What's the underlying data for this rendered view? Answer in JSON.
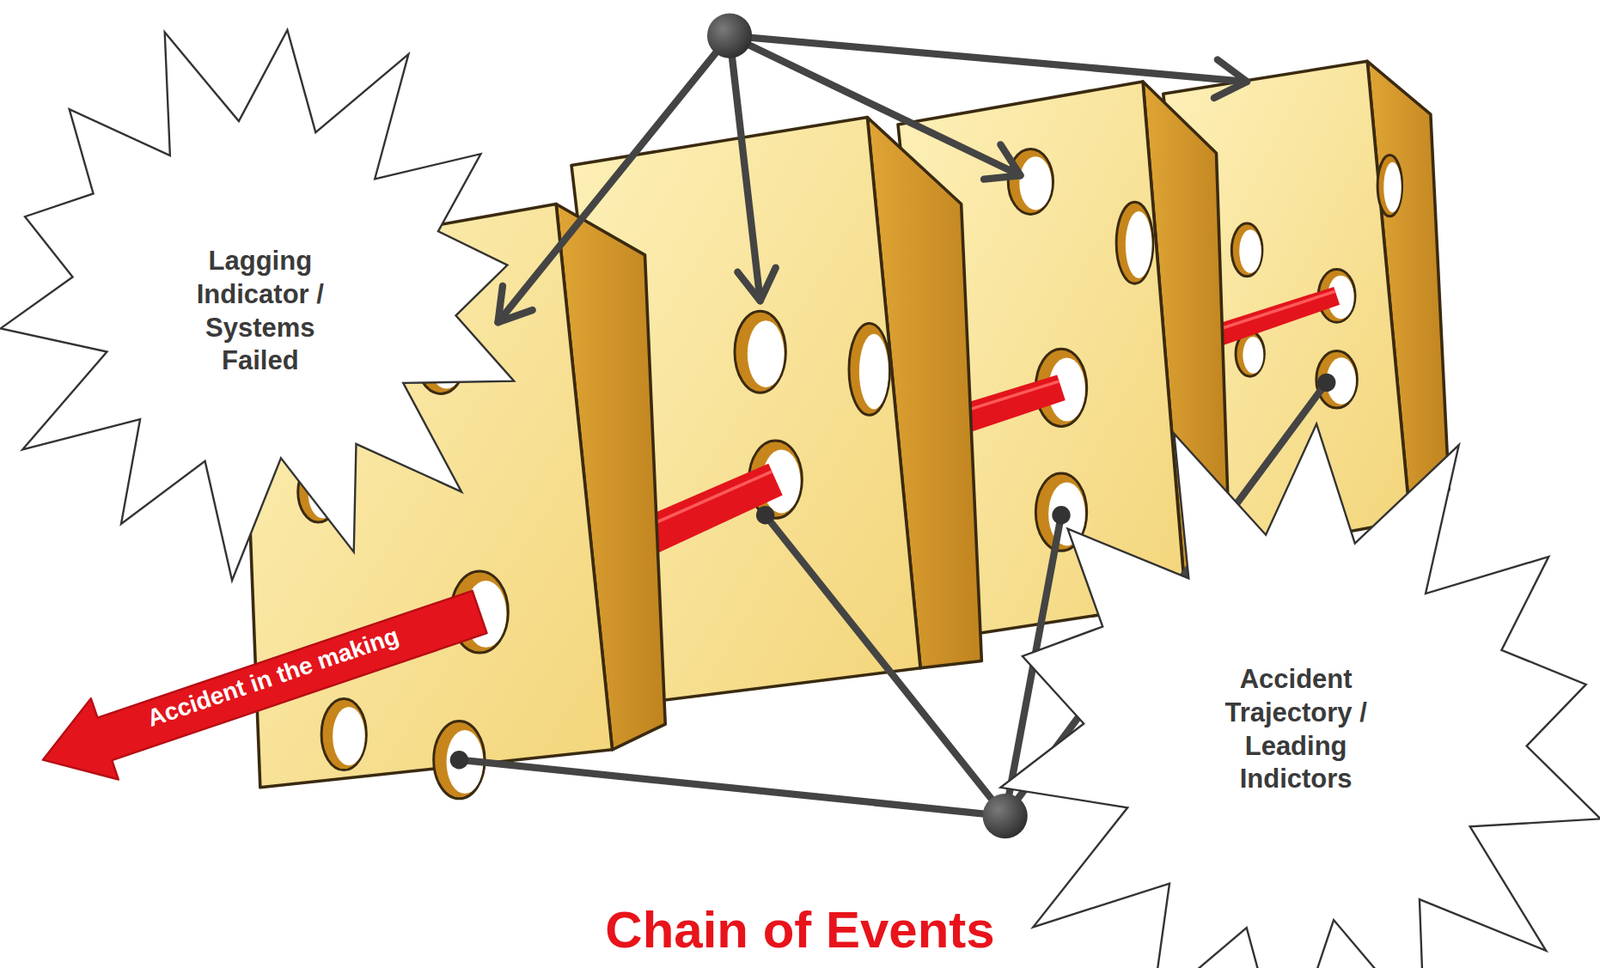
{
  "diagram": {
    "title": "Chain of Events",
    "nodes": [
      {
        "text": [
          "Lagging Indicator / Systems Failed"
        ]
      },
      {
        "text": [
          "Accident Trajectory / Leading Indictors"
        ]
      }
    ],
    "labels": [
      "Accident in the making"
    ]
  }
}
